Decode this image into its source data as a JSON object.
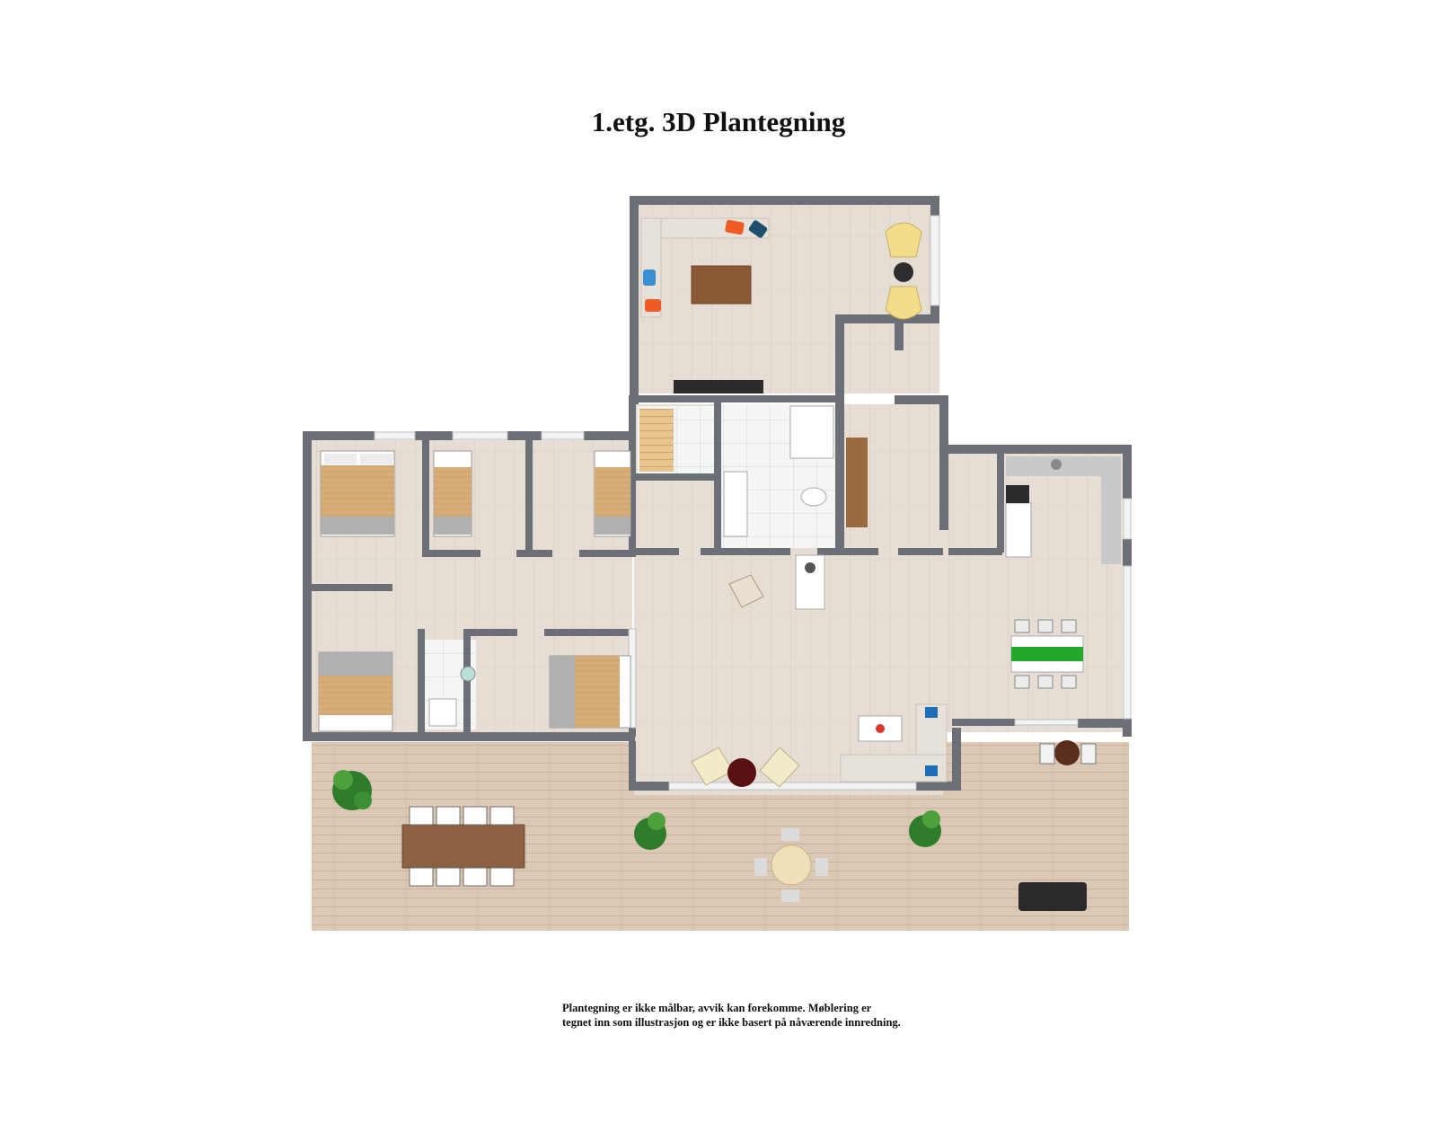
{
  "title": "1.etg. 3D Plantegning",
  "disclaimer": {
    "line1": "Plantegning er ikke målbar, avvik kan forekomme. Møblering er",
    "line2": "tegnet inn som illustrasjon og er ikke basert på nåværende innredning."
  },
  "colors": {
    "wall": "#6c6f75",
    "floor_wood": "#e6ded5",
    "floor_tile": "#f4f5f5",
    "deck": "#dcc9b5",
    "bed_cover": "#d6ad78",
    "sofa": "#e6e2da",
    "dining_table_runner": "#22a82b",
    "accent_orange": "#f05a24",
    "accent_blue": "#1e6fb8"
  }
}
